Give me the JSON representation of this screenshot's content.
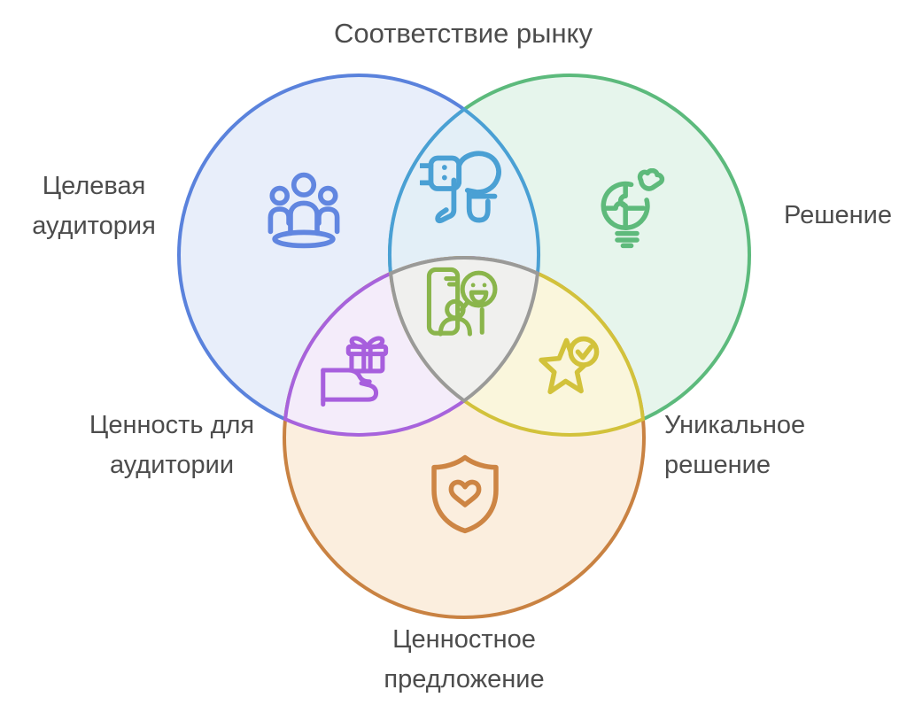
{
  "title": "Соответствие рынку",
  "labels": {
    "target_audience": "Целевая\nаудитория",
    "solution": "Решение",
    "value_for_audience": "Ценность для\nаудитории",
    "unique_solution": "Уникальное\nрешение",
    "value_proposition": "Ценностное\nпредложение"
  },
  "icons": {
    "target_audience": "people-group-icon",
    "market_fit": "smartwatch-press-icon",
    "solution": "puzzle-lightbulb-icon",
    "value_for_audience": "gift-in-hand-icon",
    "unique_solution": "star-check-icon",
    "center": "phone-chat-smiley-icon",
    "value_proposition": "shield-heart-icon"
  },
  "colors": {
    "blue_stroke": "#5a82dc",
    "blue_fill": "#e8eefa",
    "green_stroke": "#5cba7c",
    "green_fill": "#e6f5ec",
    "orange_stroke": "#c98242",
    "orange_fill": "#fbeede",
    "cyan_stroke": "#4aa0d4",
    "cyan_fill": "#e3eff7",
    "purple_stroke": "#a763dc",
    "purple_fill": "#f4ecfa",
    "yellow_stroke": "#d2c23b",
    "yellow_fill": "#faf6dc",
    "gray_stroke": "#9a9a98",
    "gray_fill": "#f0f0ee",
    "icon_people": "#6186e0",
    "icon_watch": "#4aa0d4",
    "icon_bulb": "#5eba7b",
    "icon_gift": "#a75fdd",
    "icon_star": "#d2c23b",
    "icon_center": "#8ab54b",
    "icon_shield": "#cd8544",
    "text": "#4c4c4c"
  }
}
